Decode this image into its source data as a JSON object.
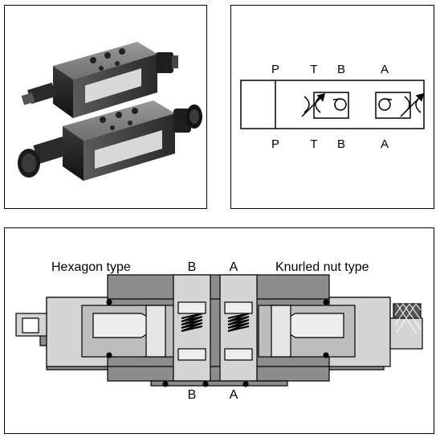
{
  "symbol": {
    "ports_top": [
      "P",
      "T",
      "B",
      "A"
    ],
    "ports_bottom": [
      "P",
      "T",
      "B",
      "A"
    ]
  },
  "section": {
    "left_label": "Hexagon type",
    "right_label": "Knurled nut type",
    "top_port_b": "B",
    "top_port_a": "A",
    "bottom_port_b": "B",
    "bottom_port_a": "A"
  },
  "colors": {
    "body_dark": "#8c8c8c",
    "body_light": "#d4d4d4",
    "metal_mid": "#b4b4b4",
    "outline": "#000000"
  }
}
